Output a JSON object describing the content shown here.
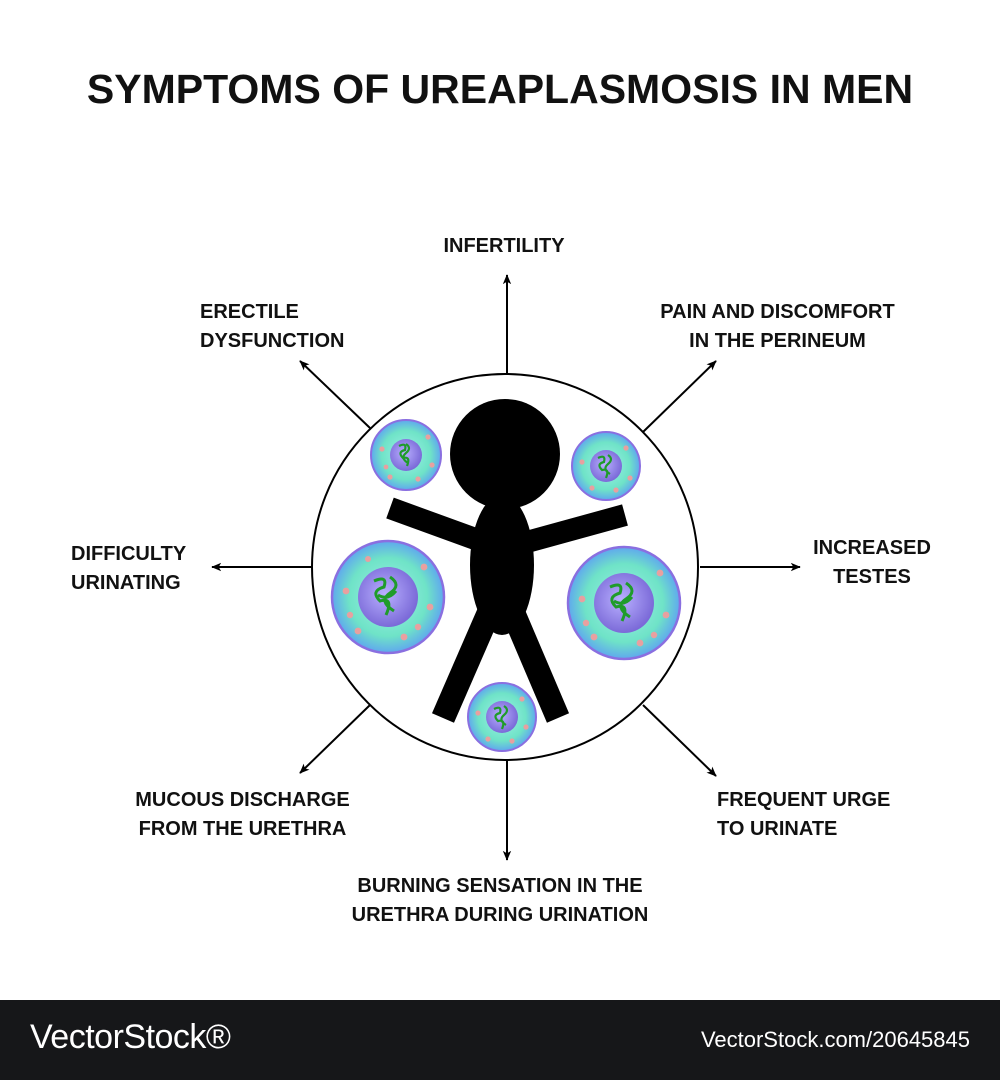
{
  "title": "SYMPTOMS OF UREAPLASMOSIS IN MEN",
  "symptoms": {
    "top": [
      "INFERTILITY"
    ],
    "top_right": [
      "PAIN AND DISCOMFORT",
      "IN THE PERINEUM"
    ],
    "right": [
      "INCREASED",
      "TESTES"
    ],
    "bottom_right": [
      "FREQUENT URGE",
      "TO URINATE"
    ],
    "bottom": [
      "BURNING SENSATION IN THE",
      "URETHRA DURING URINATION"
    ],
    "bottom_left": [
      "MUCOUS DISCHARGE",
      "FROM THE URETHRA"
    ],
    "left": [
      "DIFFICULTY",
      "URINATING"
    ],
    "top_left": [
      "ERECTILE",
      "DYSFUNCTION"
    ]
  },
  "footer": {
    "brand": "VectorStock®",
    "image_id": "VectorStock.com/20645845"
  },
  "colors": {
    "cell_outer": "#7fe0c8",
    "cell_nucleus": "#8f7fe6",
    "dna": "#2aa12f",
    "granule": "#e8a0a0",
    "silhouette": "#000000"
  }
}
